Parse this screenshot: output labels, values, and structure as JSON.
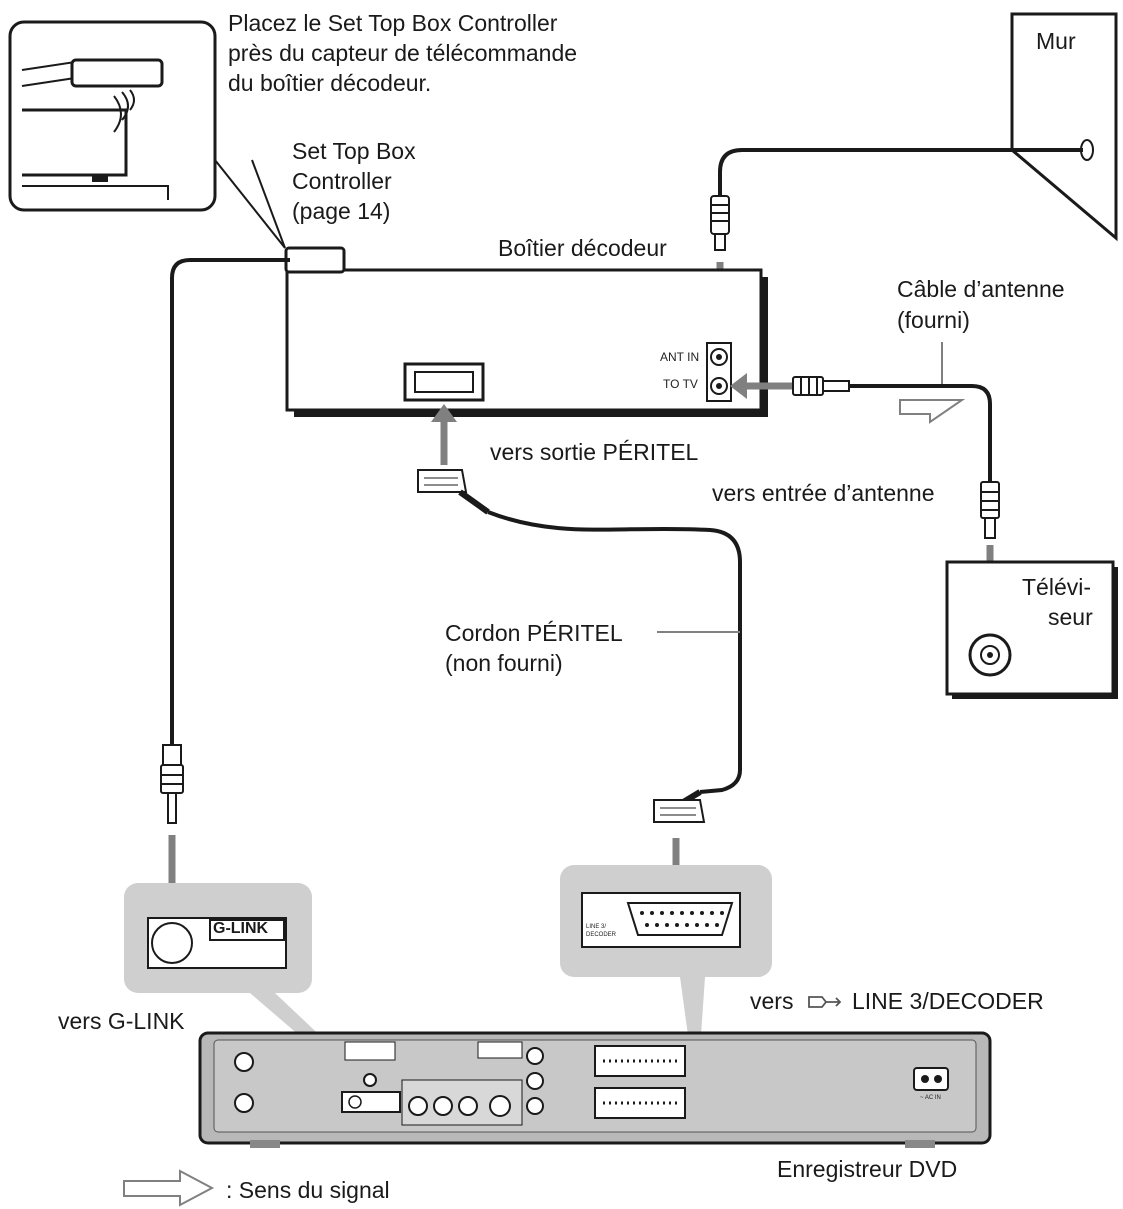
{
  "notes": {
    "controller_placement": [
      "Placez le Set Top Box Controller",
      "près du capteur de télécommande",
      "du boîtier décodeur."
    ],
    "legend": ": Sens du signal"
  },
  "devices": {
    "wall": "Mur",
    "set_top_box": "Boîtier décodeur",
    "set_top_box_controller": [
      "Set Top Box",
      "Controller",
      "(page 14)"
    ],
    "tv": [
      "Télévi-",
      "seur"
    ],
    "dvd_recorder": "Enregistreur DVD"
  },
  "jacks": {
    "ant_in": "ANT IN",
    "to_tv": "TO TV",
    "g_link": "G-LINK",
    "line3_decoder": [
      "LINE 3/",
      "DECODER"
    ],
    "ac_in": "~ AC IN"
  },
  "cables": {
    "antenna_cable": [
      "Câble d’antenne",
      "(fourni)"
    ],
    "scart_cord": [
      "Cordon PÉRITEL",
      "(non fourni)"
    ]
  },
  "connections": {
    "to_scart_out": "vers sortie PÉRITEL",
    "to_antenna_in": "vers entrée d’antenne",
    "to_g_link": "vers G-LINK",
    "to_line3_prefix": "vers",
    "to_line3_label": "LINE 3/DECODER"
  },
  "colors": {
    "line": "#1a1a1a",
    "arrow": "#808080",
    "callout": "#cfcfcf",
    "device_body": "#b8b8b8"
  }
}
